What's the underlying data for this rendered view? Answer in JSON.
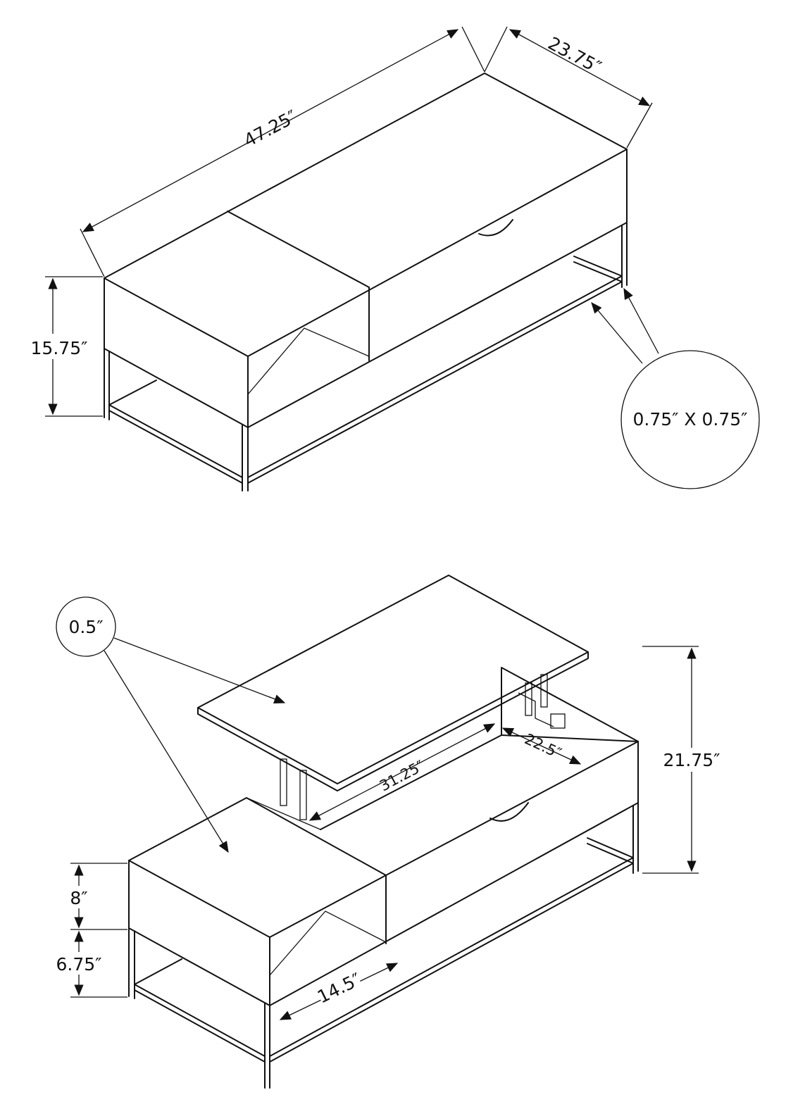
{
  "colors": {
    "ink": "#111111",
    "background": "#ffffff"
  },
  "top_view": {
    "length_label": "47.25″",
    "depth_label": "23.75″",
    "height_label": "15.75″",
    "leg_callout_label": "0.75″ X 0.75″"
  },
  "bottom_view": {
    "thickness_callout_label": "0.5″",
    "lift_top_width_label": "31.25″",
    "lift_top_depth_label": "22.5″",
    "raised_height_label": "21.75″",
    "cabinet_height_label": "8″",
    "base_height_label": "6.75″",
    "shelf_label": "14.5″"
  }
}
